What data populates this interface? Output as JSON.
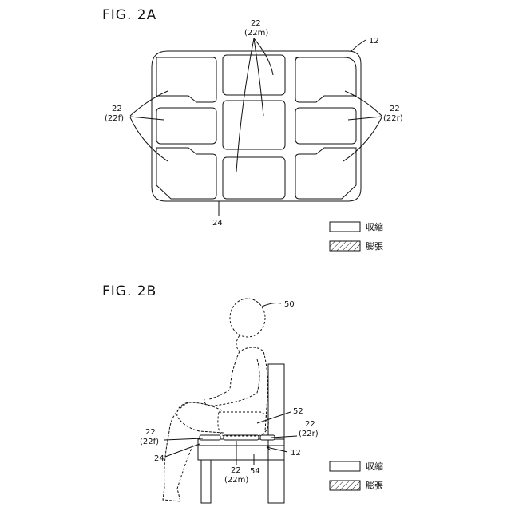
{
  "fig_a": {
    "title": "FIG. 2A",
    "label_12": "12",
    "label_24": "24",
    "label_22m_num": "22",
    "label_22m_sub": "(22m)",
    "label_22f_num": "22",
    "label_22f_sub": "(22f)",
    "label_22r_num": "22",
    "label_22r_sub": "(22r)",
    "legend": [
      {
        "text": "収縮",
        "pattern": "plain"
      },
      {
        "text": "膨張",
        "pattern": "hatched"
      }
    ]
  },
  "fig_b": {
    "title": "FIG. 2B",
    "label_50": "50",
    "label_52": "52",
    "label_22f_num": "22",
    "label_22f_sub": "(22f)",
    "label_22r_num": "22",
    "label_22r_sub": "(22r)",
    "label_24": "24",
    "label_12": "12",
    "label_22m_num": "22",
    "label_22m_sub": "(22m)",
    "label_54": "54",
    "legend": [
      {
        "text": "収縮",
        "pattern": "plain"
      },
      {
        "text": "膨張",
        "pattern": "hatched"
      }
    ]
  },
  "colors": {
    "line": "#111111",
    "background": "#ffffff"
  }
}
